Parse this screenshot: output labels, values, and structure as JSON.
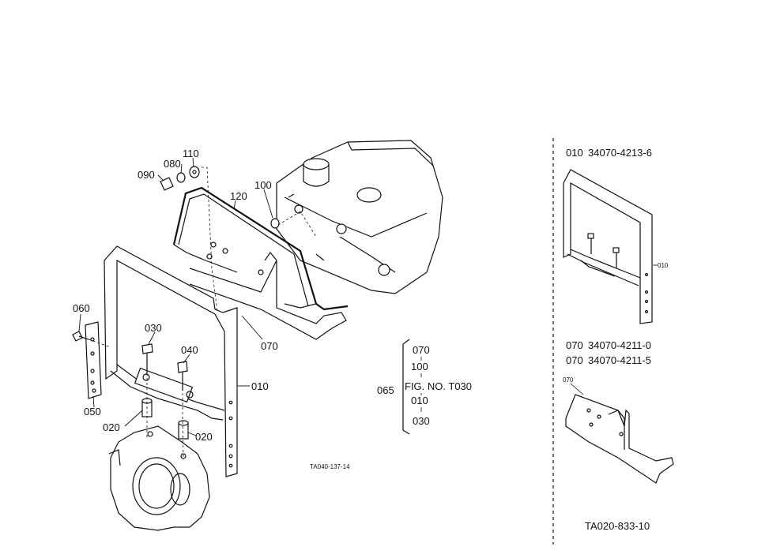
{
  "main": {
    "callouts": {
      "c110": "110",
      "c080": "080",
      "c090": "090",
      "c120": "120",
      "c100": "100",
      "c060": "060",
      "c030": "030",
      "c040": "040",
      "c070": "070",
      "c010": "010",
      "c050": "050",
      "c020a": "020",
      "c020b": "020"
    },
    "reference": {
      "group": "065",
      "items": [
        "070",
        "100",
        "FIG. NO. T030",
        "010",
        "030"
      ]
    },
    "figure_code": "TA040-137-14"
  },
  "sidebar": {
    "part1": {
      "ref": "010",
      "number": "34070-4213-6",
      "callout": "010"
    },
    "part2": {
      "ref": "070",
      "numbers": [
        "34070-4211-0",
        "34070-4211-5"
      ],
      "callout": "070"
    },
    "figure_code": "TA020-833-10"
  }
}
